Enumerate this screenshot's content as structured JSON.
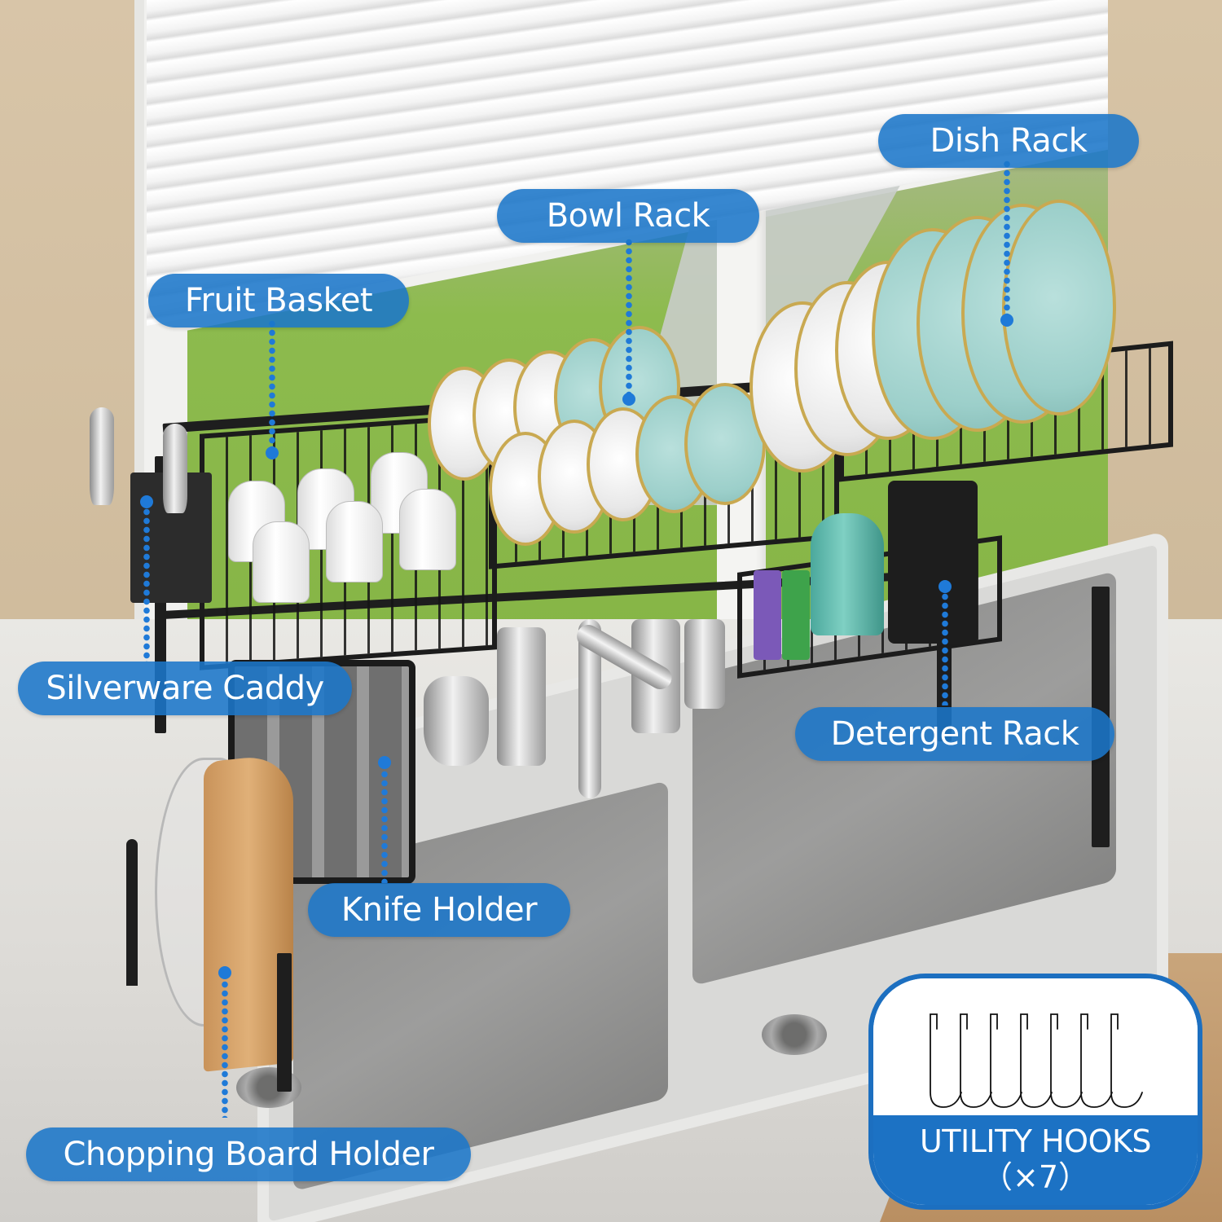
{
  "callouts": {
    "dish_rack": "Dish Rack",
    "bowl_rack": "Bowl Rack",
    "fruit_basket": "Fruit Basket",
    "silverware_caddy": "Silverware Caddy",
    "detergent_rack": "Detergent Rack",
    "knife_holder": "Knife Holder",
    "chopping_board_holder": "Chopping Board Holder"
  },
  "hooks_badge": {
    "title": "UTILITY HOOKS",
    "count": "（×7）",
    "hook_count": 7,
    "icon": "s-hook-icon"
  },
  "colors": {
    "callout_blue": "#1b76c9",
    "leader_dot": "#1f7ad8",
    "badge_border": "#1c6fc0",
    "rack_black": "#1e1e1e",
    "plate_gold_rim": "#c9a951",
    "plate_teal": "#9ccfca"
  }
}
